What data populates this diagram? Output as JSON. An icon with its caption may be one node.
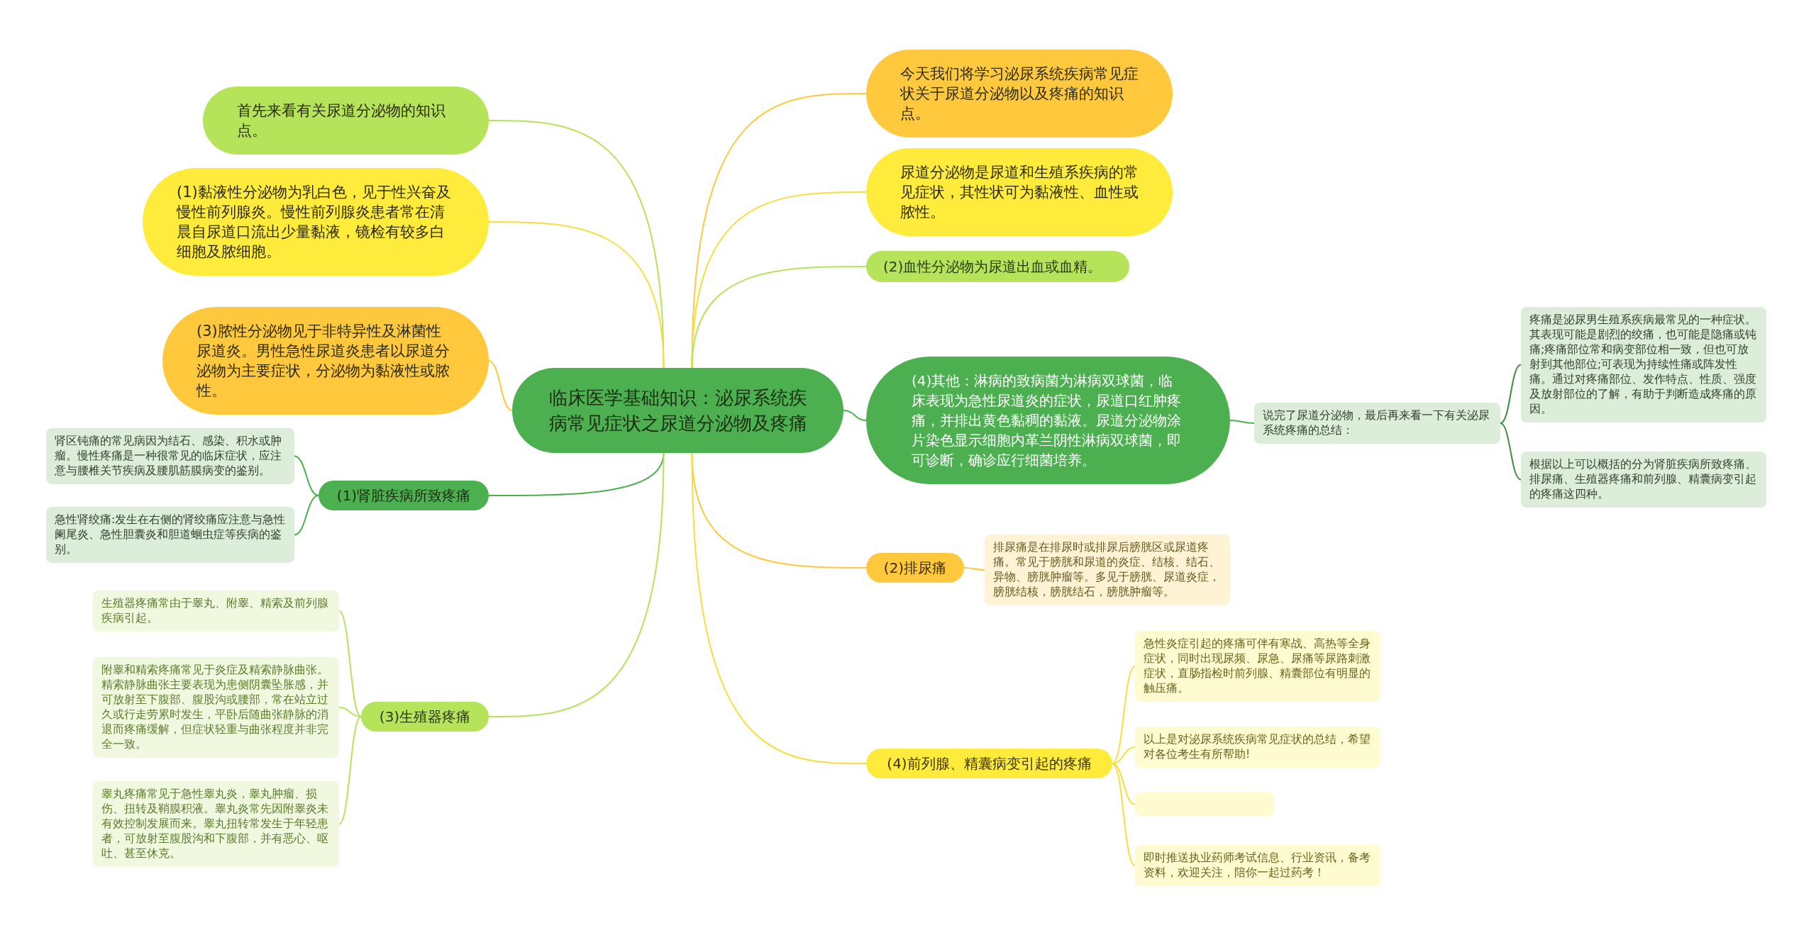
{
  "diagram": {
    "nodes": [
      {
        "text": [
          "临床医学基础知识：泌尿系统疾病常见症状之尿道分泌物及疼痛"
        ]
      },
      {
        "text": [
          "首先来看有关尿道分泌物的知识点。"
        ]
      },
      {
        "text": [
          "(1)黏液性分泌物为乳白色，见于性兴奋及慢性前列腺炎。慢性前列腺炎患者常在清晨自尿道口流出少量黏液，镜检有较多白细胞及脓细胞。"
        ]
      },
      {
        "text": [
          "(3)脓性分泌物见于非特异性及淋菌性尿道炎。男性急性尿道炎患者以尿道分泌物为主要症状，分泌物为黏液性或脓性。"
        ]
      },
      {
        "text": [
          "(1)肾脏疾病所致疼痛"
        ]
      },
      {
        "text": [
          "肾区钝痛的常见病因为结石、感染、积水或肿瘤。慢性疼痛是一种很常见的临床症状，应注意与腰椎关节疾病及腰肌筋膜病变的鉴别。"
        ]
      },
      {
        "text": [
          "急性肾绞痛:发生在右侧的肾绞痛应注意与急性阑尾炎、急性胆囊炎和胆道蛔虫症等疾病的鉴别。"
        ]
      },
      {
        "text": [
          "(3)生殖器疼痛"
        ]
      },
      {
        "text": [
          "生殖器疼痛常由于睾丸、附睾、精索及前列腺疾病引起。"
        ]
      },
      {
        "text": [
          "附睾和精索疼痛常见于炎症及精索静脉曲张。精索静脉曲张主要表现为患侧阴囊坠胀感，并可放射至下腹部、腹股沟或腰部，常在站立过久或行走劳累时发生，平卧后随曲张静脉的消退而疼痛缓解，但症状轻重与曲张程度并非完全一致。"
        ]
      },
      {
        "text": [
          "睾丸疼痛常见于急性睾丸炎，睾丸肿瘤、损伤、扭转及鞘膜积液。睾丸炎常先因附睾炎未有效控制发展而来。睾丸扭转常发生于年轻患者，可放射至腹股沟和下腹部，并有恶心、呕吐、甚至休克。"
        ]
      },
      {
        "text": [
          "今天我们将学习泌尿系统疾病常见症状关于尿道分泌物以及疼痛的知识点。"
        ]
      },
      {
        "text": [
          "尿道分泌物是尿道和生殖系疾病的常见症状，其性状可为黏液性、血性或脓性。"
        ]
      },
      {
        "text": [
          "(2)血性分泌物为尿道出血或血精。"
        ]
      },
      {
        "text": [
          "(4)其他：淋病的致病菌为淋病双球菌，临床表现为急性尿道炎的症状，尿道口红肿疼痛，并排出黄色黏稠的黏液。尿道分泌物涂片染色显示细胞内革兰阴性淋病双球菌，即可诊断，确诊应行细菌培养。"
        ]
      },
      {
        "text": [
          "说完了尿道分泌物，最后再来看一下有关泌尿系统疼痛的总结："
        ]
      },
      {
        "text": [
          "疼痛是泌尿男生殖系疾病最常见的一种症状。其表现可能是剧烈的绞痛，也可能是隐痛或钝痛;疼痛部位常和病变部位相一致，但也可放射到其他部位;可表现为持续性痛或阵发性痛。通过对疼痛部位、发作特点、性质、强度及放射部位的了解，有助于判断造成疼痛的原因。"
        ]
      },
      {
        "text": [
          "根据以上可以概括的分为肾脏疾病所致疼痛、排尿痛、生殖器疼痛和前列腺、精囊病变引起的疼痛这四种。"
        ]
      },
      {
        "text": [
          "(2)排尿痛"
        ]
      },
      {
        "text": [
          "排尿痛是在排尿时或排尿后膀胱区或尿道疼痛。常见于膀胱和尿道的炎症、结核、结石、异物、膀胱肿瘤等。多见于膀胱、尿道炎症，膀胱结核，膀胱结石，膀胱肿瘤等。"
        ]
      },
      {
        "text": [
          "(4)前列腺、精囊病变引起的疼痛"
        ]
      },
      {
        "text": [
          "急性炎症引起的疼痛可伴有寒战、高热等全身症状，同时出现尿频、尿急、尿痛等尿路刺激症状，直肠指检时前列腺、精囊部位有明显的触压痛。"
        ]
      },
      {
        "text": [
          "以上是对泌尿系统疾病常见症状的总结，希望对各位考生有所帮助!"
        ]
      },
      {
        "text": [],
        "shape": "box"
      },
      {
        "text": [
          "即时推送执业药师考试信息、行业资讯，备考资料，欢迎关注，陪你一起过药考！"
        ]
      }
    ],
    "edges": [
      {
        "from": 0,
        "to": 1,
        "arrow": "none",
        "color": "#b5e35a"
      },
      {
        "from": 0,
        "to": 2,
        "arrow": "none",
        "color": "#f5df3c"
      },
      {
        "from": 0,
        "to": 3,
        "arrow": "none",
        "color": "#ffc83d"
      },
      {
        "from": 0,
        "to": 4,
        "arrow": "none",
        "color": "#4caf50"
      },
      {
        "from": 4,
        "to": 5,
        "arrow": "none",
        "color": "#4caf50"
      },
      {
        "from": 4,
        "to": 6,
        "arrow": "none",
        "color": "#4caf50"
      },
      {
        "from": 0,
        "to": 7,
        "arrow": "none",
        "color": "#b5e35a"
      },
      {
        "from": 7,
        "to": 8,
        "arrow": "none",
        "color": "#b5e35a"
      },
      {
        "from": 7,
        "to": 9,
        "arrow": "none",
        "color": "#b5e35a"
      },
      {
        "from": 7,
        "to": 10,
        "arrow": "none",
        "color": "#b5e35a"
      },
      {
        "from": 0,
        "to": 11,
        "arrow": "none",
        "color": "#ffc83d"
      },
      {
        "from": 0,
        "to": 12,
        "arrow": "none",
        "color": "#f5df3c"
      },
      {
        "from": 0,
        "to": 13,
        "arrow": "none",
        "color": "#b5e35a"
      },
      {
        "from": 0,
        "to": 14,
        "arrow": "none",
        "color": "#4caf50"
      },
      {
        "from": 14,
        "to": 15,
        "arrow": "none",
        "color": "#4caf50"
      },
      {
        "from": 15,
        "to": 16,
        "arrow": "none",
        "color": "#3e8e41"
      },
      {
        "from": 15,
        "to": 17,
        "arrow": "none",
        "color": "#3e8e41"
      },
      {
        "from": 0,
        "to": 18,
        "arrow": "none",
        "color": "#ffc83d"
      },
      {
        "from": 18,
        "to": 19,
        "arrow": "none",
        "color": "#ffc83d"
      },
      {
        "from": 0,
        "to": 20,
        "arrow": "none",
        "color": "#f5df3c"
      },
      {
        "from": 20,
        "to": 21,
        "arrow": "none",
        "color": "#f5df3c"
      },
      {
        "from": 20,
        "to": 22,
        "arrow": "none",
        "color": "#f5df3c"
      },
      {
        "from": 20,
        "to": 23,
        "arrow": "none",
        "color": "#f5df3c"
      },
      {
        "from": 20,
        "to": 24,
        "arrow": "none",
        "color": "#f5df3c"
      }
    ]
  }
}
